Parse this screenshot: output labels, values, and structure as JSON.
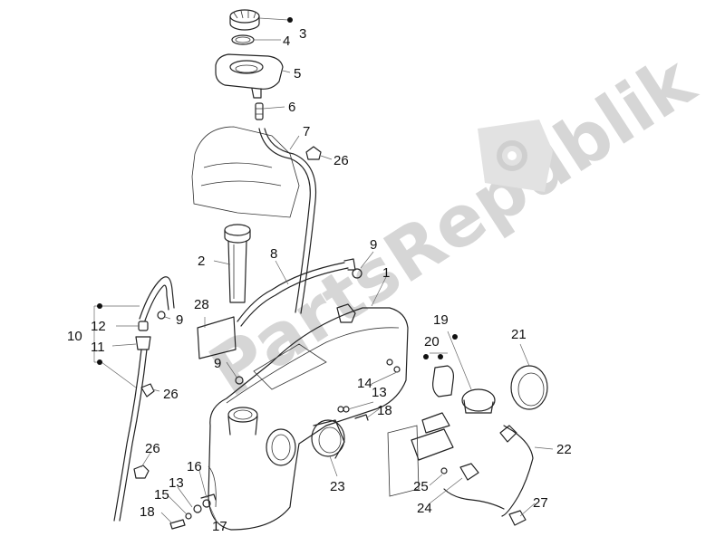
{
  "watermark": {
    "text": "PartsRepublik"
  },
  "callouts": [
    {
      "id": "c3",
      "label": "3"
    },
    {
      "id": "c4",
      "label": "4"
    },
    {
      "id": "c5",
      "label": "5"
    },
    {
      "id": "c6",
      "label": "6"
    },
    {
      "id": "c7",
      "label": "7"
    },
    {
      "id": "c26a",
      "label": "26"
    },
    {
      "id": "c2",
      "label": "2"
    },
    {
      "id": "c8",
      "label": "8"
    },
    {
      "id": "c9a",
      "label": "9"
    },
    {
      "id": "c1",
      "label": "1"
    },
    {
      "id": "c28",
      "label": "28"
    },
    {
      "id": "c12",
      "label": "12"
    },
    {
      "id": "c9b",
      "label": "9"
    },
    {
      "id": "c10",
      "label": "10"
    },
    {
      "id": "c11",
      "label": "11"
    },
    {
      "id": "c9c",
      "label": "9"
    },
    {
      "id": "c26b",
      "label": "26"
    },
    {
      "id": "c19",
      "label": "19"
    },
    {
      "id": "c20",
      "label": "20"
    },
    {
      "id": "c21",
      "label": "21"
    },
    {
      "id": "c14",
      "label": "14"
    },
    {
      "id": "c13a",
      "label": "13"
    },
    {
      "id": "c18a",
      "label": "18"
    },
    {
      "id": "c22",
      "label": "22"
    },
    {
      "id": "c26c",
      "label": "26"
    },
    {
      "id": "c16",
      "label": "16"
    },
    {
      "id": "c13b",
      "label": "13"
    },
    {
      "id": "c15",
      "label": "15"
    },
    {
      "id": "c18b",
      "label": "18"
    },
    {
      "id": "c17",
      "label": "17"
    },
    {
      "id": "c23",
      "label": "23"
    },
    {
      "id": "c25",
      "label": "25"
    },
    {
      "id": "c24",
      "label": "24"
    },
    {
      "id": "c27",
      "label": "27"
    }
  ]
}
